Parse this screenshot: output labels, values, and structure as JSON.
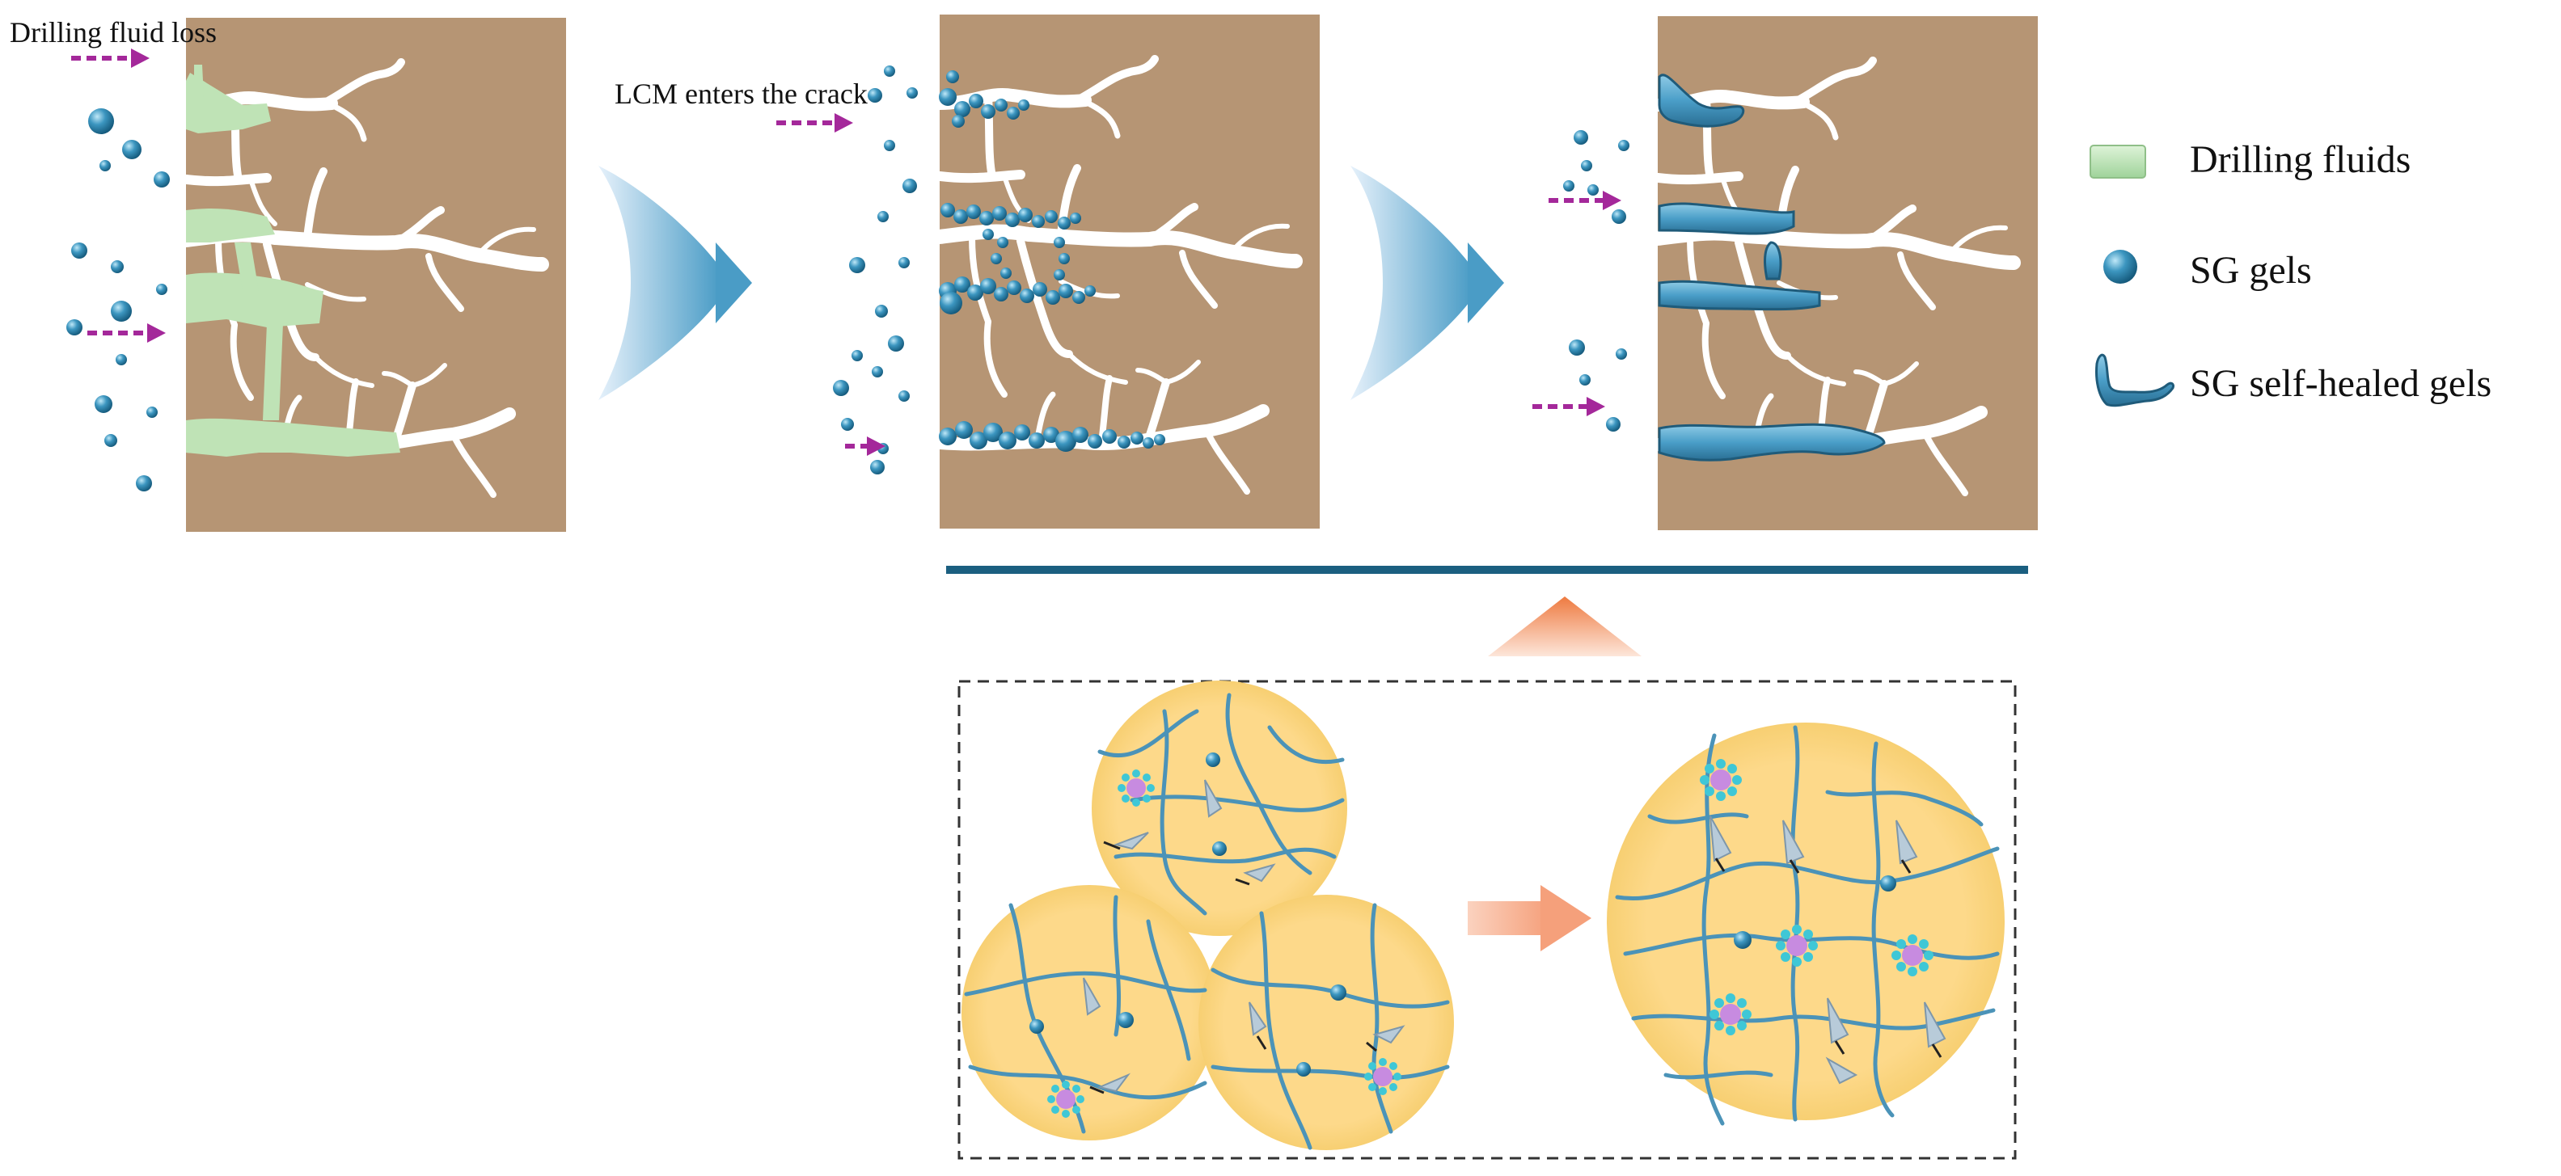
{
  "labels": {
    "stage1": "Drilling  fluid loss",
    "stage2": "LCM enters the crack"
  },
  "legend": {
    "items": [
      {
        "label": "Drilling fluids",
        "icon": "green-rectangle-icon"
      },
      {
        "label": "SG gels",
        "icon": "blue-sphere-icon"
      },
      {
        "label": "SG self-healed gels",
        "icon": "healed-gel-icon"
      }
    ]
  },
  "colors": {
    "rock": "#b69574",
    "crack": "#ffffff",
    "fluid": "#bfe3b6",
    "gel": "#3c96c0",
    "arrow_dotted": "#a4289a",
    "stage_arrow": "#4a9cc6",
    "divider": "#1b5f80",
    "cluster": "#fbd67a",
    "inset_arrow": "#f7b08b",
    "inset_triangle": "#f0824a"
  }
}
